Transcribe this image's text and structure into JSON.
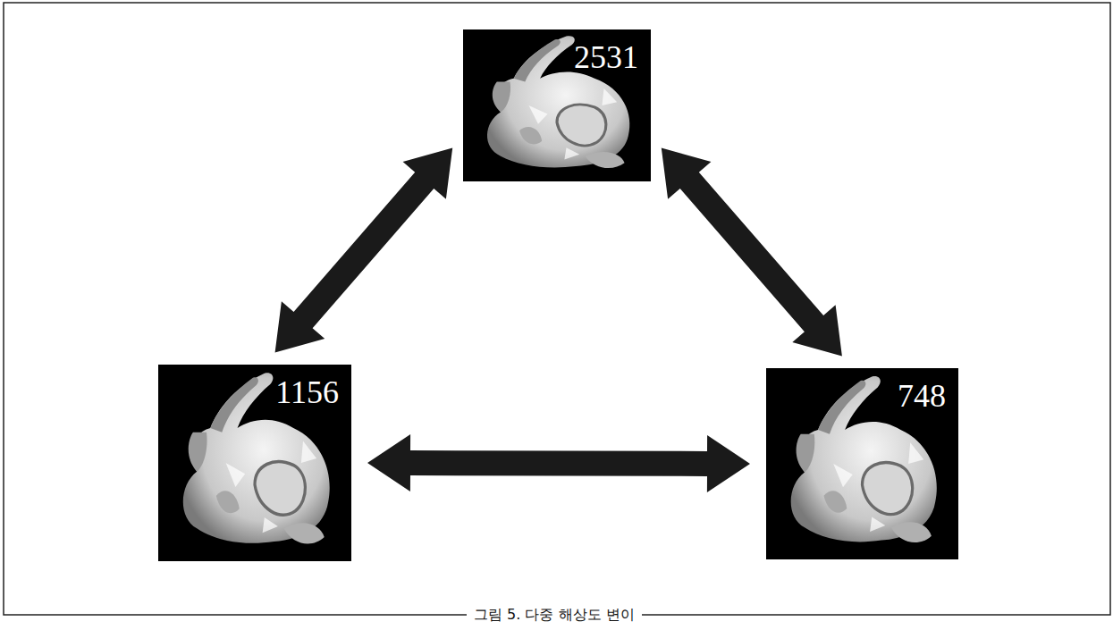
{
  "diagram": {
    "caption": "그림 5. 다중 해상도 변이",
    "nodes": [
      {
        "text": [
          "2531"
        ]
      },
      {
        "text": [
          "1156"
        ]
      },
      {
        "text": [
          "748"
        ]
      }
    ],
    "edges": [
      {
        "from": 0,
        "to": 1,
        "arrow": "both"
      },
      {
        "from": 0,
        "to": 2,
        "arrow": "both"
      },
      {
        "from": 1,
        "to": 2,
        "arrow": "both"
      }
    ]
  }
}
